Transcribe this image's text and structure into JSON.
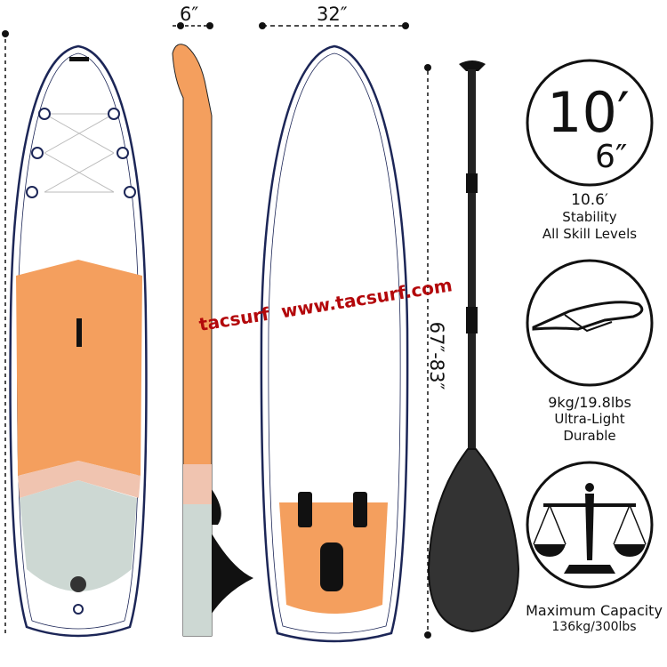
{
  "dimensions": {
    "thickness": "6″",
    "width": "32″",
    "paddle_length": "67″-83″"
  },
  "watermark": "tacsurf  www.tacsurf.com",
  "features": [
    {
      "icon": "length-badge-icon",
      "badge_main": "10′",
      "badge_sub": "6″",
      "title": "10.6′",
      "lines": [
        "Stability",
        "All Skill Levels"
      ]
    },
    {
      "icon": "feather-icon",
      "title": "9kg/19.8lbs",
      "lines": [
        "Ultra-Light",
        "Durable"
      ]
    },
    {
      "icon": "scale-icon",
      "title": "Maximum Capacity",
      "lines": [
        "136kg/300lbs"
      ]
    }
  ],
  "colors": {
    "orange": "#f49f5e",
    "navy": "#1c2657",
    "pink": "#f0c4b0",
    "sage": "#cdd8d3",
    "watermark": "#b3080b"
  }
}
